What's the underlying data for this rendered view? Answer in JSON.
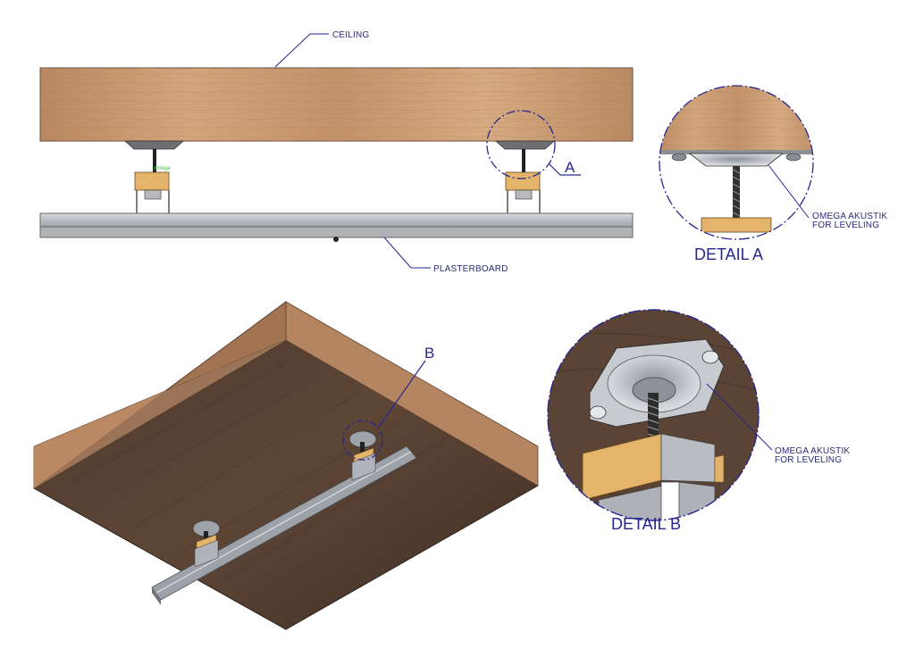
{
  "labels": {
    "ceiling": "CEILING",
    "plasterboard": "PLASTERBOARD",
    "detail_a_title": "DETAIL A",
    "detail_b_title": "DETAIL B",
    "callout_a": "A",
    "callout_b": "B",
    "omega_line1": "OMEGA AKUSTIK",
    "omega_line2": "FOR LEVELING"
  },
  "colors": {
    "ink": "#27278f",
    "wood_light": "#c99b72",
    "wood_dark": "#5a4334",
    "wood_block": "#e2b66b",
    "metal": "#b9bcc2",
    "metal_dark": "#7d828a"
  }
}
